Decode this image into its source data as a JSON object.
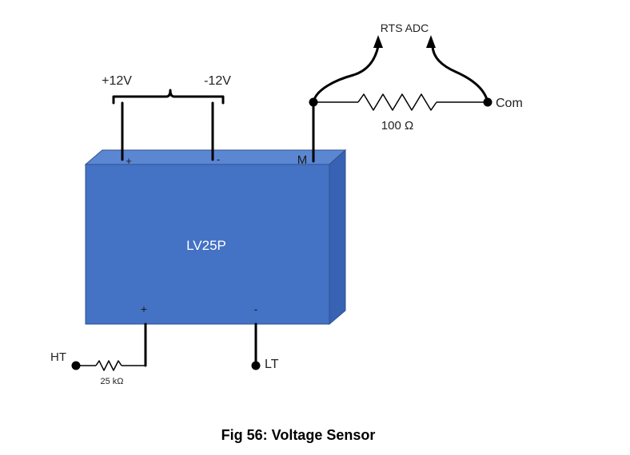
{
  "diagram": {
    "module_label": "LV25P",
    "colors": {
      "front": "#4472c4",
      "top": "#5b86d2",
      "side": "#3862b4",
      "edge": "#2f528f"
    },
    "supply": {
      "positive": "+12V",
      "negative": "-12V"
    },
    "pins": {
      "top_plus": "+",
      "top_minus": "-",
      "measure": "M",
      "bottom_plus": "+",
      "bottom_minus": "-"
    },
    "output": {
      "adc_label": "RTS ADC",
      "common_label": "Com",
      "burden_resistor": "100 Ω"
    },
    "input": {
      "high_label": "HT",
      "low_label": "LT",
      "series_resistor": "25 kΩ"
    },
    "caption": "Fig 56: Voltage Sensor"
  }
}
